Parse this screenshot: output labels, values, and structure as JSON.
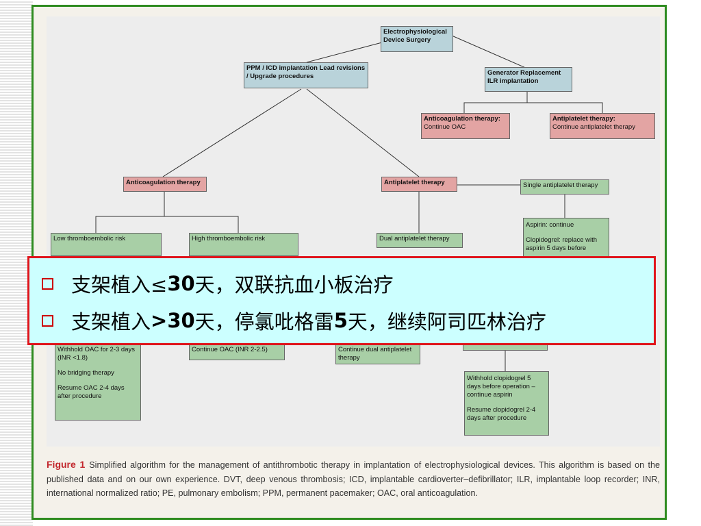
{
  "nodes": {
    "root": "Electrophysiological Device Surgery",
    "ppm": "PPM / ICD implantation Lead revisions / Upgrade procedures",
    "generator": "Generator Replacement ILR implantation",
    "gen_anticoag": [
      "Anticoagulation therapy:",
      "Continue OAC"
    ],
    "gen_antiplatelet": [
      "Antiplatelet therapy:",
      "Continue antiplatelet therapy"
    ],
    "anticoag": "Anticoagulation therapy",
    "antiplatelet": "Antiplatelet therapy",
    "single_antiplatelet": "Single antiplatelet therapy",
    "low_risk": "Low thromboembolic risk",
    "high_risk": "High thromboembolic risk",
    "dual_antiplatelet": "Dual antiplatelet therapy",
    "aspirin_box": [
      "Aspirin: continue",
      "Clopidogrel: replace with aspirin 5 days before"
    ],
    "low_risk_detail": [
      "Withhold OAC for 2-3 days (INR <1.8)",
      "No bridging therapy",
      "Resume OAC 2-4 days after procedure"
    ],
    "high_risk_detail": "Continue OAC (INR 2-2.5)",
    "dual_detail": "Continue dual antiplatelet therapy",
    "clopidogrel_detail": [
      "Withhold clopidogrel 5 days before operation – continue aspirin",
      "Resume clopidogrel 2-4 days after procedure"
    ]
  },
  "caption": {
    "label": "Figure 1",
    "text": "Simplified algorithm for the management of antithrombotic therapy in implantation of electrophysiological devices. This algorithm is based on the published data and on our own experience. DVT, deep venous thrombosis; ICD, implantable cardioverter–defibrillator; ILR, implantable loop recorder; INR, international normalized ratio; PE, pulmonary embolism; PPM, permanent pacemaker; OAC, oral anticoagulation."
  },
  "overlay": {
    "bullet1": {
      "pre": "支架植入≤",
      "num": "30",
      "post": "天，双联抗血小板治疗"
    },
    "bullet2": {
      "pre": "支架植入",
      "num": ">30",
      "mid": "天，停氯吡格雷",
      "num2": "5",
      "post": "天，继续阿司匹林治疗"
    }
  },
  "colors": {
    "frame": "#2e8b1f",
    "overlay_border": "#e0141b",
    "overlay_bg": "#ccffff",
    "blue_node": "#b9d3da",
    "pink_node": "#e3a4a3",
    "green_node": "#a8cfa6",
    "caption_label": "#c2272d"
  }
}
